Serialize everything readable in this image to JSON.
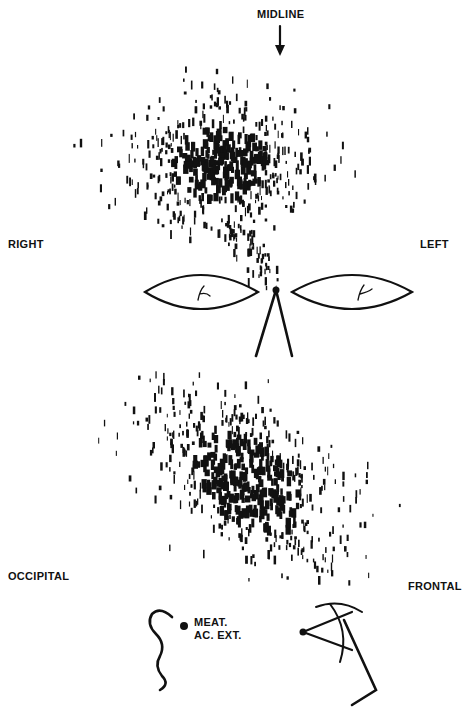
{
  "diagram": {
    "labels": [
      "MIDLINE",
      "RIGHT",
      "LEFT",
      "OCCIPITAL",
      "FRONTAL",
      "MEAT. AC. EXT."
    ]
  }
}
